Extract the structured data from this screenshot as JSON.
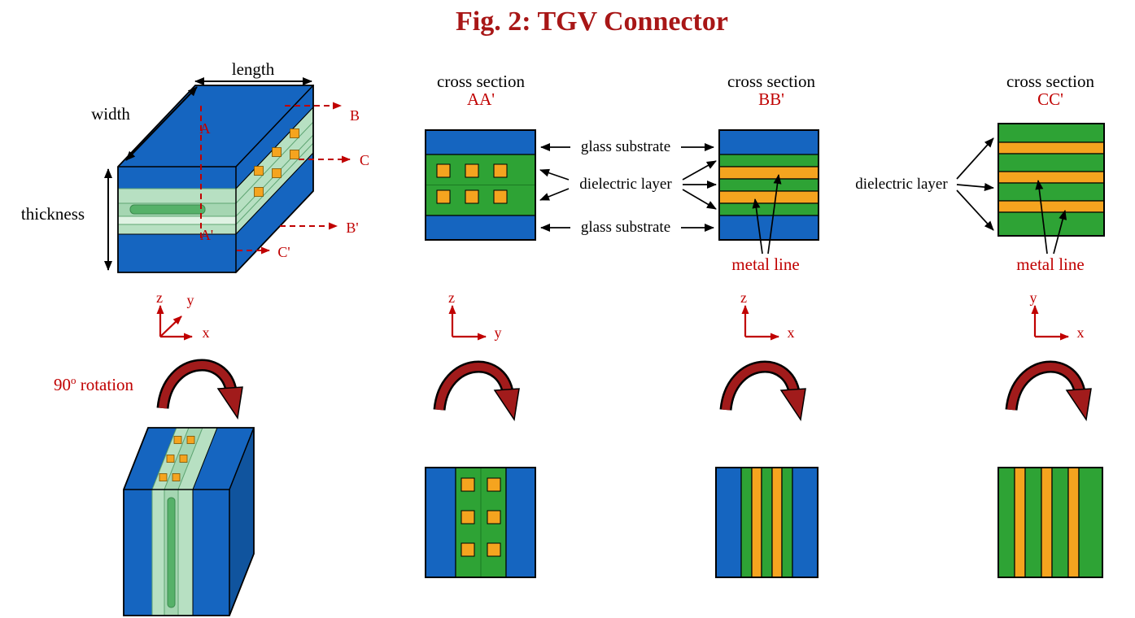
{
  "title": "Fig. 2: TGV Connector",
  "colors": {
    "title_red": "#A81616",
    "label_red": "#C00000",
    "glass_blue": "#1565C0",
    "dielectric_green": "#2EA335",
    "translucent_green": "#B7E0C2",
    "metal_orange": "#F5A41F",
    "rotation_arrow_red": "#A11B1B",
    "annotation_black": "#000000"
  },
  "view_3d": {
    "length": "length",
    "width": "width",
    "thickness": "thickness",
    "cut_a": "A",
    "cut_a_prime": "A'",
    "cut_b": "B",
    "cut_b_prime": "B'",
    "cut_c": "C",
    "cut_c_prime": "C'",
    "axis_up": "z",
    "axis_diag": "y",
    "axis_right": "x",
    "rotation_value": "90",
    "rotation_sup": "o",
    "rotation_word": " rotation"
  },
  "annotations": {
    "glass_substrate_top": "glass substrate",
    "dielectric_layer": "dielectric layer",
    "glass_substrate_bottom": "glass substrate",
    "dielectric_layer_cc": "dielectric layer"
  },
  "sections": [
    {
      "heading": "cross section",
      "name": "AA'",
      "axis_up": "z",
      "axis_right": "y"
    },
    {
      "heading": "cross section",
      "name": "BB'",
      "axis_up": "z",
      "axis_right": "x",
      "metal_line": "metal line"
    },
    {
      "heading": "cross section",
      "name": "CC'",
      "axis_up": "y",
      "axis_right": "x",
      "metal_line": "metal line"
    }
  ]
}
